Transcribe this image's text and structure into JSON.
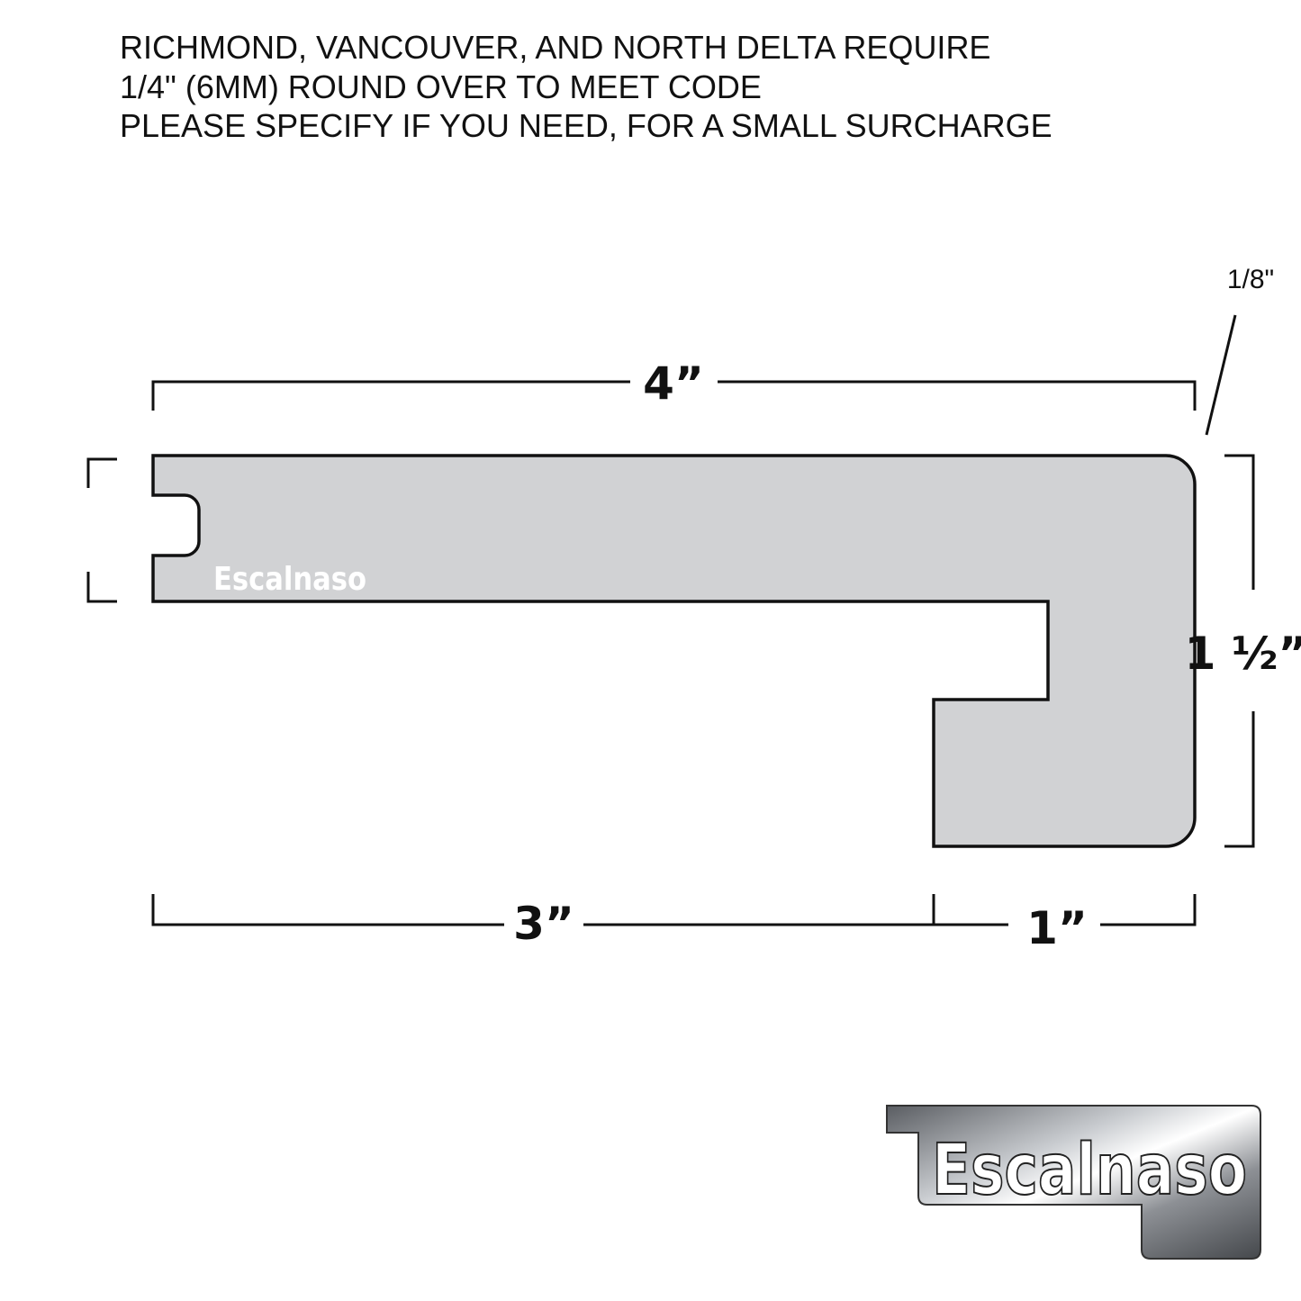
{
  "notes": [
    "RICHMOND, VANCOUVER, AND NORTH DELTA REQUIRE",
    "1/4\" (6MM) ROUND OVER TO MEET CODE",
    "PLEASE SPECIFY IF YOU NEED, FOR A SMALL SURCHARGE"
  ],
  "dimensions": {
    "overall_width": "4”",
    "height": "1 ½”",
    "tread_width": "3”",
    "nose_width": "1”",
    "roundover": "1/8\""
  },
  "profile_watermark": "Escalnaso",
  "logo": "Escalnaso",
  "colors": {
    "profile_fill": "#d1d2d4",
    "outline": "#111111"
  }
}
